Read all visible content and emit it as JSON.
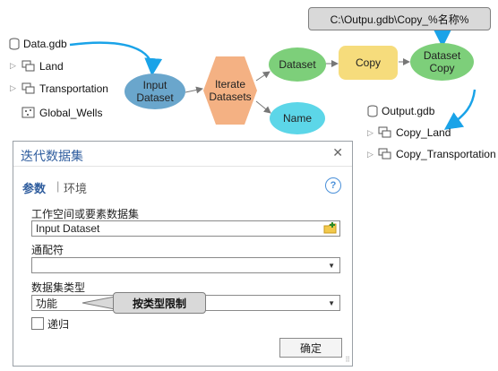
{
  "source_tree": {
    "root": "Data.gdb",
    "items": [
      {
        "label": "Land",
        "icon": "feature-dataset-icon"
      },
      {
        "label": "Transportation",
        "icon": "feature-dataset-icon"
      },
      {
        "label": "Global_Wells",
        "icon": "point-feature-class-icon"
      }
    ]
  },
  "model": {
    "input_dataset": "Input\nDataset",
    "iterate_datasets": "Iterate\nDatasets",
    "dataset": "Dataset",
    "name": "Name",
    "copy": "Copy",
    "dataset_copy": "Dataset\nCopy"
  },
  "output_tree": {
    "root": "Output.gdb",
    "items": [
      {
        "label": "Copy_Land",
        "icon": "feature-dataset-icon"
      },
      {
        "label": "Copy_Transportation",
        "icon": "feature-dataset-icon"
      }
    ]
  },
  "callouts": {
    "output_path": "C:\\Outpu.gdb\\Copy_%名称%",
    "type_limit": "按类型限制"
  },
  "dialog": {
    "title": "迭代数据集",
    "tab_params": "参数",
    "tab_separator": "|",
    "tab_env": "环境",
    "help": "?",
    "workspace_label": "工作空间或要素数据集",
    "workspace_value": "Input Dataset",
    "wildcard_label": "通配符",
    "wildcard_value": "",
    "dataset_type_label": "数据集类型",
    "dataset_type_value": "功能",
    "recursive_label": "递归",
    "ok_label": "确定"
  },
  "colors": {
    "input_node": "#6aa6cc",
    "iterator_node": "#f4b183",
    "output_node": "#7dcf7a",
    "value_node": "#5cd6e8",
    "tool_node": "#f6dc7c",
    "connector_arrow": "#1aa3e8"
  }
}
